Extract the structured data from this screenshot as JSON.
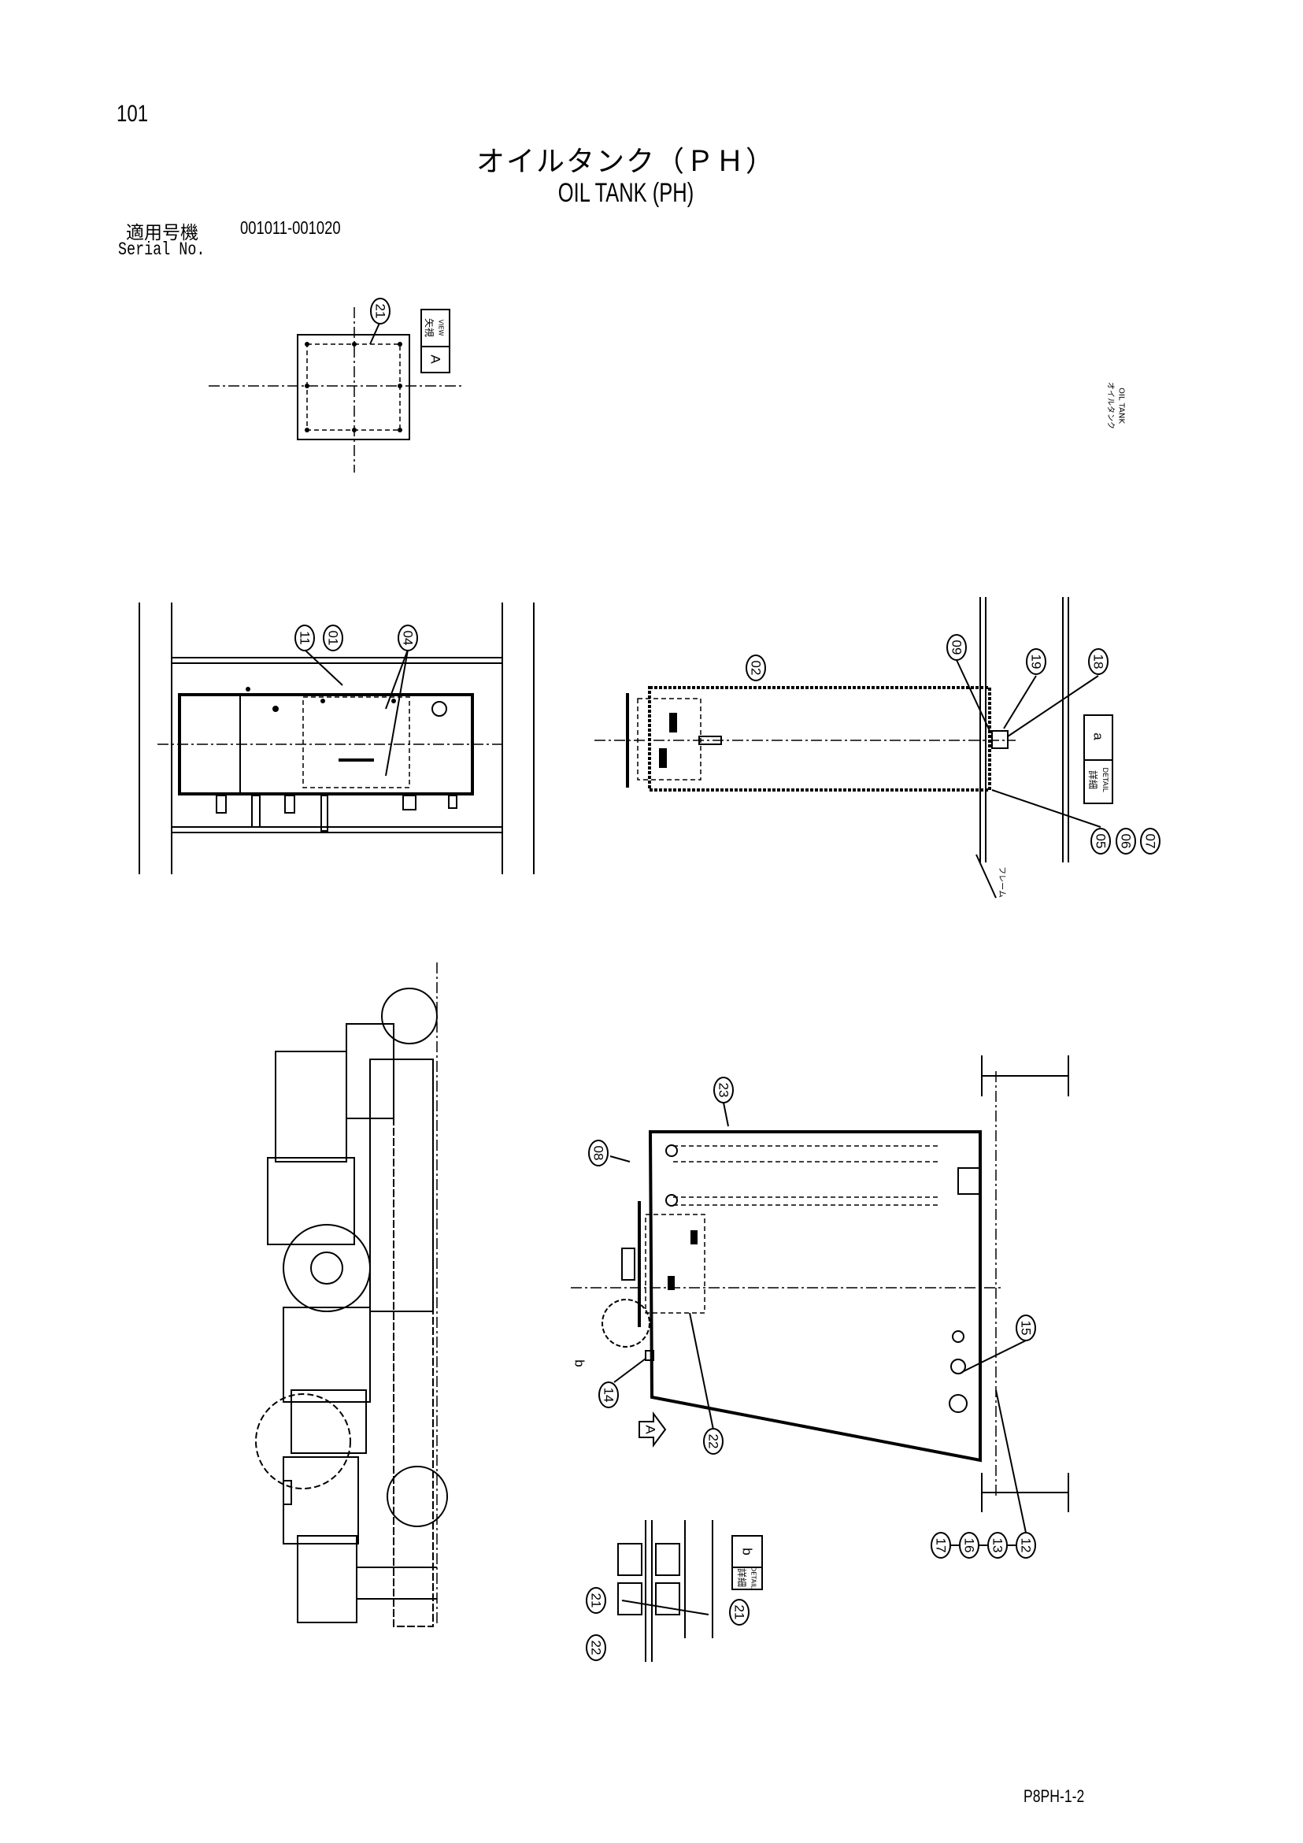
{
  "page_number": "101",
  "title_jp": "オイルタンク（ＰＨ）",
  "title_en": "OIL TANK (PH)",
  "serial": {
    "label_jp": "適用号機",
    "range": "001011-001020",
    "label_en": "Serial No."
  },
  "side_note": {
    "jp": "オイルタンク",
    "en": "OIL TANK"
  },
  "view_a": {
    "label_jp": "矢視",
    "label_en": "VIEW",
    "letter": "A",
    "callouts": [
      "21"
    ]
  },
  "side_view": {
    "callouts": [
      "11",
      "01",
      "04"
    ]
  },
  "detail_a": {
    "label_jp": "詳細",
    "label_en": "DETAIL",
    "letter": "a",
    "frame_label": "フレーム",
    "callouts": [
      "02",
      "09",
      "19",
      "18",
      "05",
      "06",
      "07"
    ]
  },
  "front_view": {
    "callouts": [
      "23",
      "08",
      "14",
      "22",
      "15",
      "17",
      "16",
      "13",
      "12"
    ],
    "arrow_label": "A",
    "detail_mark": "b"
  },
  "detail_b": {
    "label_jp": "詳細",
    "label_en": "DETAIL",
    "letter": "b",
    "callouts": [
      "21",
      "22",
      "21"
    ]
  },
  "footer": "P8PH-1-2"
}
